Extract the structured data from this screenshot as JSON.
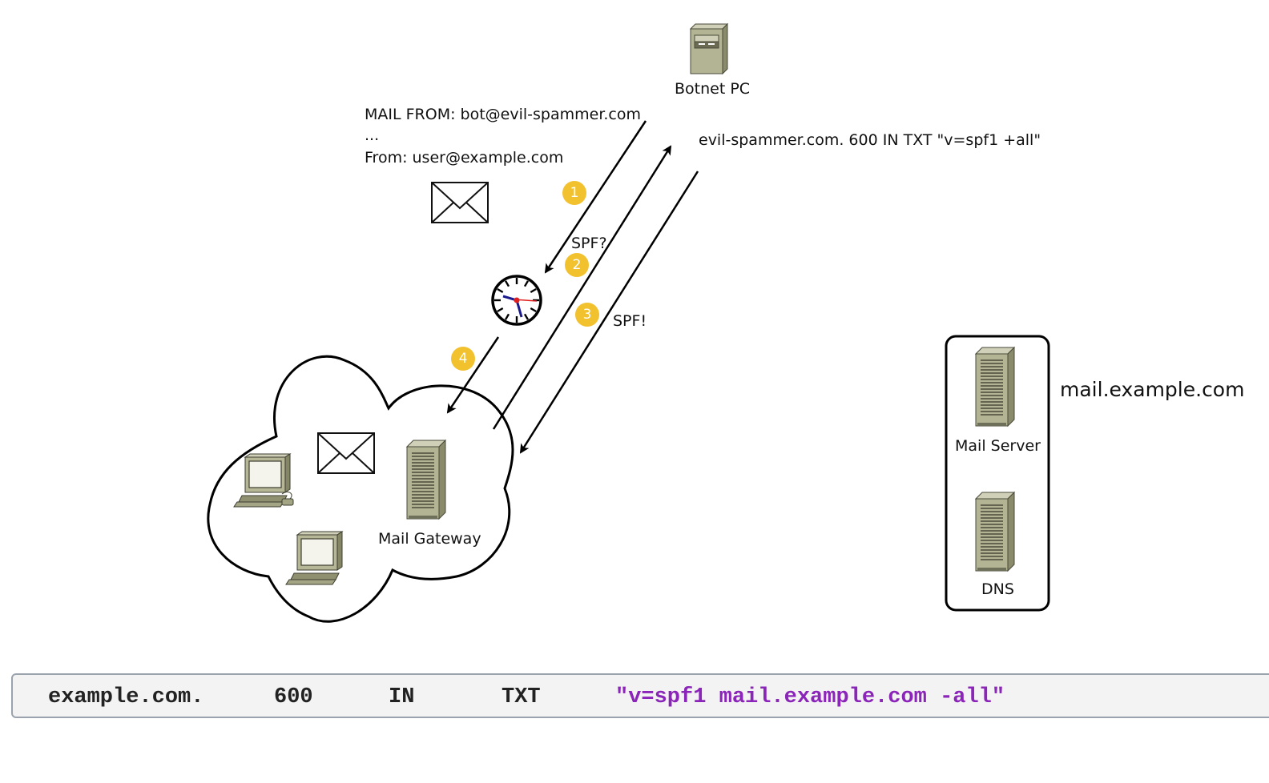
{
  "nodes": {
    "botnet_pc": "Botnet PC",
    "mail_gateway": "Mail Gateway",
    "mail_server": "Mail Server",
    "dns": "DNS",
    "domain_box": "mail.example.com"
  },
  "message": {
    "line1": "MAIL FROM: bot@evil-spammer.com",
    "line2": "...",
    "line3": "From: user@example.com"
  },
  "evil_record": "evil-spammer.com. 600 IN TXT \"v=spf1 +all\"",
  "arrow_labels": {
    "query": "SPF?",
    "answer": "SPF!"
  },
  "steps": [
    "1",
    "2",
    "3",
    "4"
  ],
  "spf_record": {
    "name": "example.com.",
    "ttl": "600",
    "class": "IN",
    "type": "TXT",
    "value": "\"v=spf1 mail.example.com -all\"",
    "value_color": "#8b24b8"
  }
}
